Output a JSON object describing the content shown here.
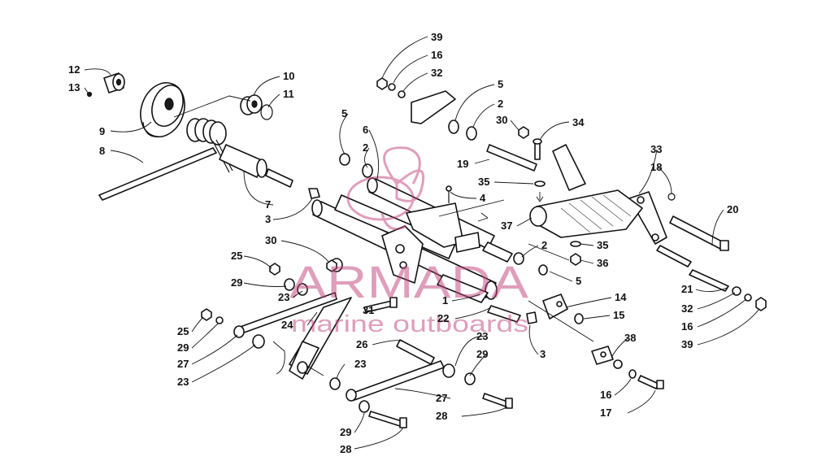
{
  "watermark": {
    "brand": "ARMADA",
    "tagline": "marine outboards",
    "color": "#c0407a"
  },
  "callouts": [
    {
      "id": "c39a",
      "text": "39"
    },
    {
      "id": "c16a",
      "text": "16"
    },
    {
      "id": "c32a",
      "text": "32"
    },
    {
      "id": "c12",
      "text": "12"
    },
    {
      "id": "c13",
      "text": "13"
    },
    {
      "id": "c10",
      "text": "10"
    },
    {
      "id": "c11",
      "text": "11"
    },
    {
      "id": "c9",
      "text": "9"
    },
    {
      "id": "c8",
      "text": "8"
    },
    {
      "id": "c5a",
      "text": "5"
    },
    {
      "id": "c2a",
      "text": "2"
    },
    {
      "id": "c30a",
      "text": "30"
    },
    {
      "id": "c34",
      "text": "34"
    },
    {
      "id": "c5b",
      "text": "5"
    },
    {
      "id": "c6",
      "text": "6"
    },
    {
      "id": "c2b",
      "text": "2"
    },
    {
      "id": "c19",
      "text": "19"
    },
    {
      "id": "c33",
      "text": "33"
    },
    {
      "id": "c18",
      "text": "18"
    },
    {
      "id": "c35a",
      "text": "35"
    },
    {
      "id": "c4",
      "text": "4"
    },
    {
      "id": "c7",
      "text": "7"
    },
    {
      "id": "c3a",
      "text": "3"
    },
    {
      "id": "c20",
      "text": "20"
    },
    {
      "id": "c37",
      "text": "37"
    },
    {
      "id": "c30b",
      "text": "30"
    },
    {
      "id": "c25a",
      "text": "25"
    },
    {
      "id": "c2c",
      "text": "2"
    },
    {
      "id": "c35b",
      "text": "35"
    },
    {
      "id": "c36",
      "text": "36"
    },
    {
      "id": "c29a",
      "text": "29"
    },
    {
      "id": "c5c",
      "text": "5"
    },
    {
      "id": "c23a",
      "text": "23"
    },
    {
      "id": "c1",
      "text": "1"
    },
    {
      "id": "c14",
      "text": "14"
    },
    {
      "id": "c21",
      "text": "21"
    },
    {
      "id": "c31",
      "text": "31"
    },
    {
      "id": "c22",
      "text": "22"
    },
    {
      "id": "c15",
      "text": "15"
    },
    {
      "id": "c32b",
      "text": "32"
    },
    {
      "id": "c24",
      "text": "24"
    },
    {
      "id": "c16b",
      "text": "16"
    },
    {
      "id": "c25b",
      "text": "25"
    },
    {
      "id": "c29b",
      "text": "29"
    },
    {
      "id": "c39b",
      "text": "39"
    },
    {
      "id": "c23b",
      "text": "23"
    },
    {
      "id": "c26",
      "text": "26"
    },
    {
      "id": "c3b",
      "text": "3"
    },
    {
      "id": "c27a",
      "text": "27"
    },
    {
      "id": "c29c",
      "text": "29"
    },
    {
      "id": "c38",
      "text": "38"
    },
    {
      "id": "c23c",
      "text": "23"
    },
    {
      "id": "c23d",
      "text": "23"
    },
    {
      "id": "c27b",
      "text": "27"
    },
    {
      "id": "c16c",
      "text": "16"
    },
    {
      "id": "c28a",
      "text": "28"
    },
    {
      "id": "c17",
      "text": "17"
    },
    {
      "id": "c29d",
      "text": "29"
    },
    {
      "id": "c28b",
      "text": "28"
    }
  ]
}
